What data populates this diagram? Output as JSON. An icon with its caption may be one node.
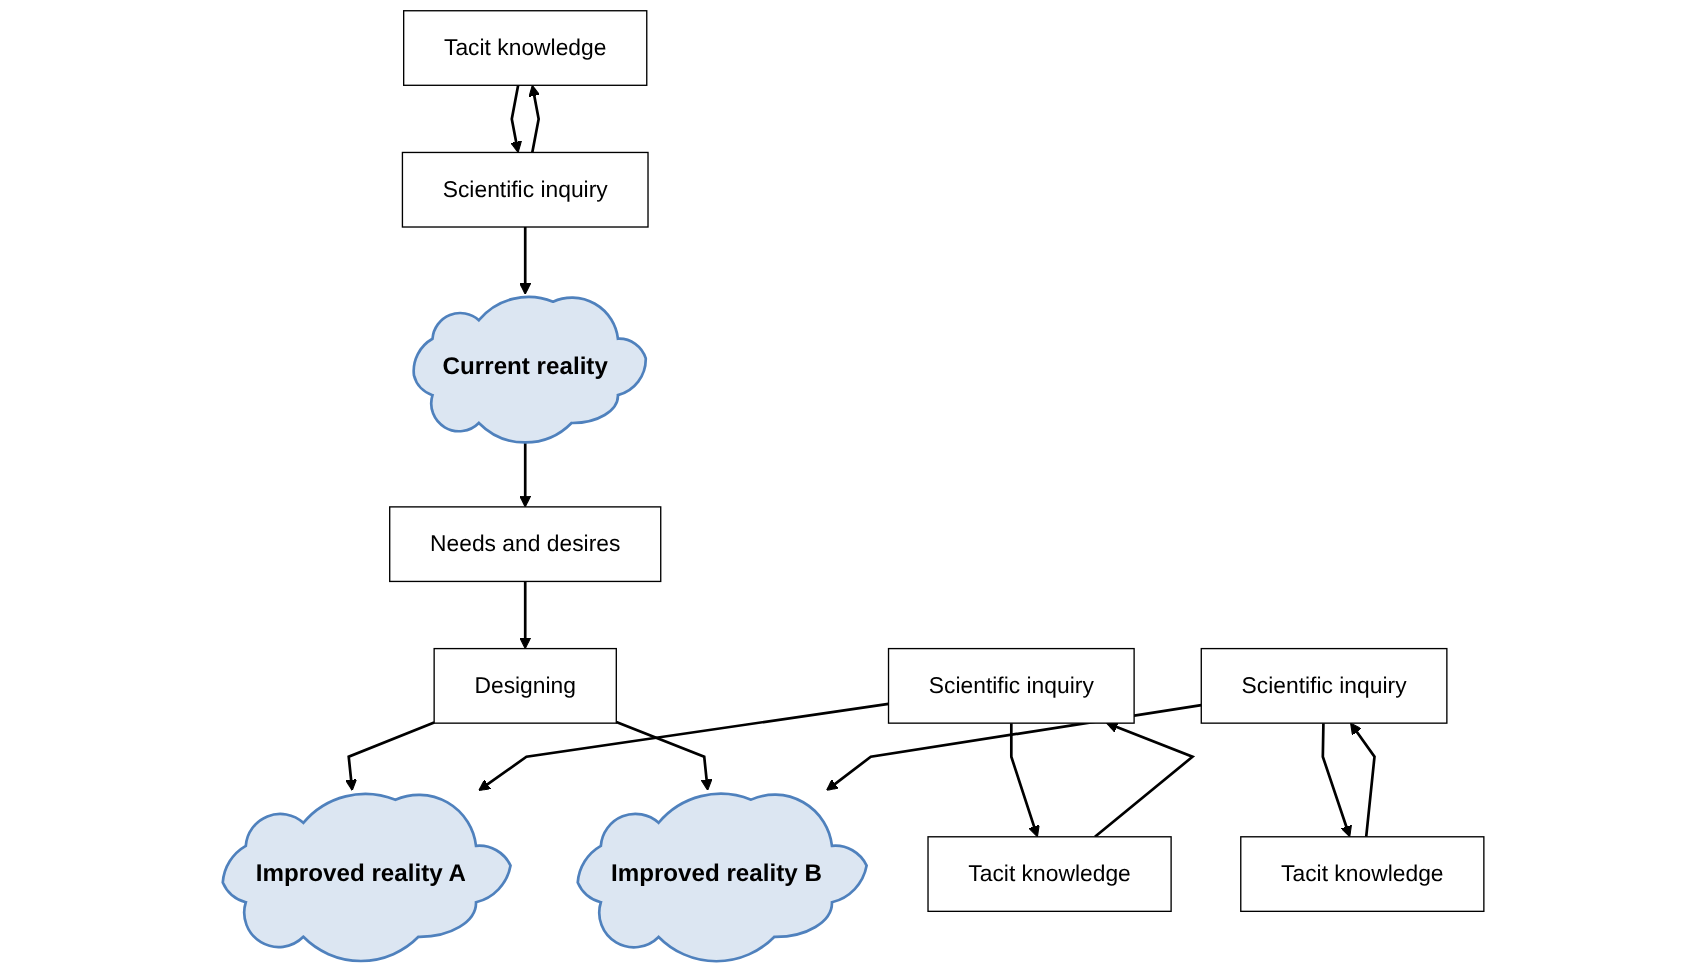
{
  "diagram": {
    "nodes": [
      {
        "text": [
          "Current reality"
        ]
      },
      {
        "text": [
          "Tacit knowledge"
        ]
      },
      {
        "text": [
          "Scientific inquiry"
        ]
      },
      {
        "text": [
          "Needs and desires"
        ]
      },
      {
        "text": [
          "Designing"
        ]
      },
      {
        "text": [
          "Improved reality A"
        ]
      },
      {
        "text": [
          "Improved reality B"
        ]
      },
      {
        "text": [
          "Scientific inquiry"
        ]
      },
      {
        "text": [
          "Tacit knowledge"
        ]
      },
      {
        "text": [
          "Scientific inquiry"
        ]
      },
      {
        "text": [
          "Tacit knowledge"
        ]
      }
    ],
    "edges": [
      {
        "from": 1,
        "to": 2,
        "arrow": "to"
      },
      {
        "from": 2,
        "to": 1,
        "arrow": "to"
      },
      {
        "from": 2,
        "to": 0,
        "arrow": "to"
      },
      {
        "from": 0,
        "to": 3,
        "arrow": "to"
      },
      {
        "from": 3,
        "to": 4,
        "arrow": "to"
      },
      {
        "from": 4,
        "to": 5,
        "arrow": "to"
      },
      {
        "from": 4,
        "to": 6,
        "arrow": "to"
      },
      {
        "from": 7,
        "to": 8,
        "arrow": "to"
      },
      {
        "from": 7,
        "to": 5,
        "arrow": "to"
      },
      {
        "from": 8,
        "to": 7,
        "arrow": "to"
      },
      {
        "from": 9,
        "to": 10,
        "arrow": "to"
      },
      {
        "from": 9,
        "to": 6,
        "arrow": "to"
      },
      {
        "from": 10,
        "to": 9,
        "arrow": "to"
      }
    ]
  }
}
